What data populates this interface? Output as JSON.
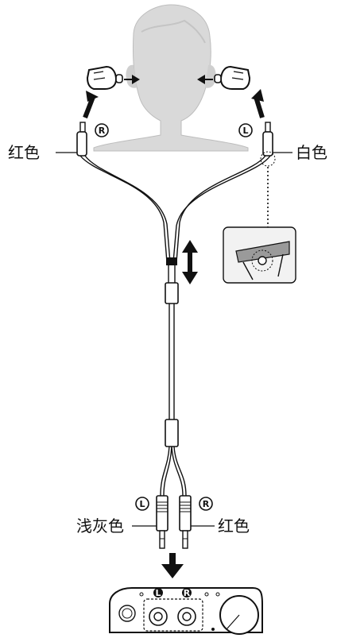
{
  "labels": {
    "left_plug_color": "红色",
    "right_plug_color": "白色",
    "left_rca_color": "浅灰色",
    "right_rca_color": "红色"
  },
  "markers": {
    "right_side": "R",
    "left_side": "L",
    "rca_left": "L",
    "rca_right": "R",
    "amp_left": "L",
    "amp_right": "R"
  },
  "colors": {
    "ink": "#111111",
    "head_fill": "#d9d9d9",
    "inset_bg": "#f2f2f2",
    "band_gray": "#9a9a9a"
  }
}
